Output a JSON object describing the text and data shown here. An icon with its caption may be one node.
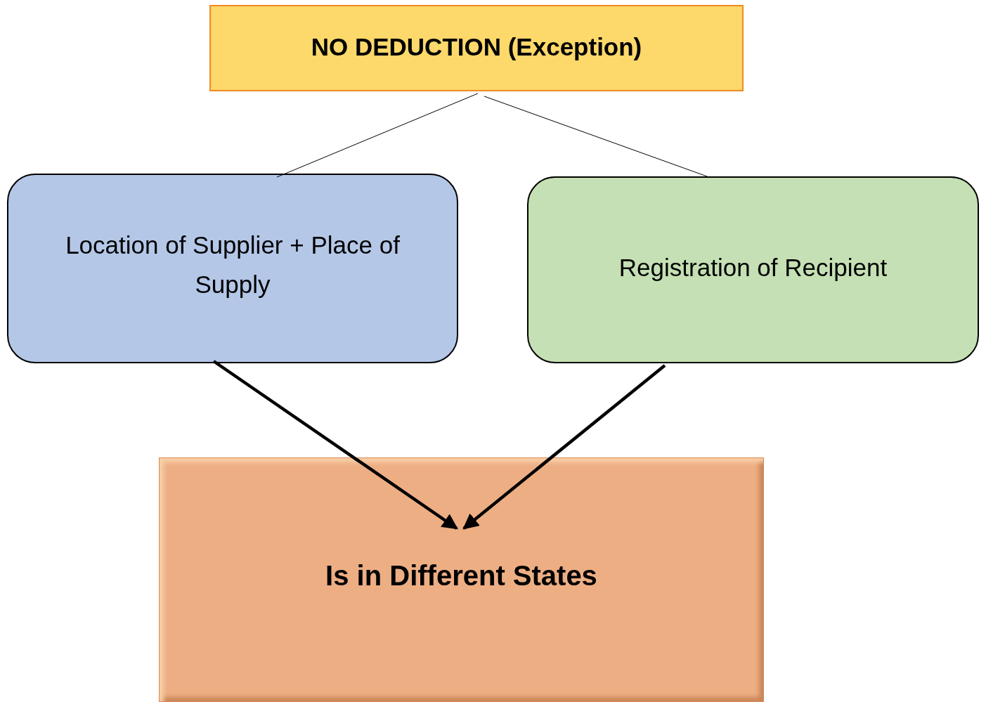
{
  "diagram": {
    "nodes": [
      {
        "text": [
          "NO DEDUCTION (Exception)"
        ]
      },
      {
        "text": [
          "Location of Supplier + Place of Supply"
        ]
      },
      {
        "text": [
          "Registration of Recipient"
        ]
      },
      {
        "text": [
          "Is in Different States"
        ]
      }
    ],
    "edges": [
      {
        "from": 0,
        "to": 1,
        "arrow": "none"
      },
      {
        "from": 0,
        "to": 2,
        "arrow": "none"
      },
      {
        "from": 1,
        "to": 3,
        "arrow": "to",
        "style": "thick"
      },
      {
        "from": 2,
        "to": 3,
        "arrow": "to",
        "style": "thick"
      }
    ]
  }
}
